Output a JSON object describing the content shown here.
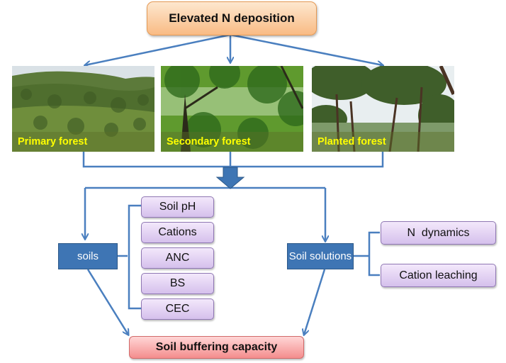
{
  "diagram": {
    "top_node": "Elevated N deposition",
    "forests": [
      {
        "label": "Primary forest",
        "scene": "hillside-canopy"
      },
      {
        "label": "Secondary forest",
        "scene": "broadleaf-trees"
      },
      {
        "label": "Planted forest",
        "scene": "pine-trees"
      }
    ],
    "soils_node": "soils",
    "soil_solutions_node": "Soil solutions",
    "soil_properties": [
      "Soil pH",
      "Cations",
      "ANC",
      "BS",
      "CEC"
    ],
    "solution_properties": [
      "N  dynamics",
      "Cation leaching"
    ],
    "bottom_node": "Soil buffering capacity",
    "colors": {
      "connector": "#4a7fbf",
      "top_fill": "#f9bb84",
      "blue_node": "#3e75b4",
      "purple_node": "#ddc9f0",
      "bottom_fill": "#f48d8d",
      "caption_text": "#ffff00"
    }
  }
}
